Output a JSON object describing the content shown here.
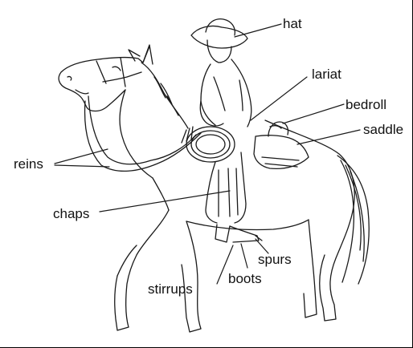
{
  "labels": {
    "hat": "hat",
    "lariat": "lariat",
    "bedroll": "bedroll",
    "saddle": "saddle",
    "reins": "reins",
    "chaps": "chaps",
    "spurs": "spurs",
    "boots": "boots",
    "stirrups": "stirrups"
  },
  "colors": {
    "ink": "#1a1a1a",
    "background": "#ffffff"
  }
}
